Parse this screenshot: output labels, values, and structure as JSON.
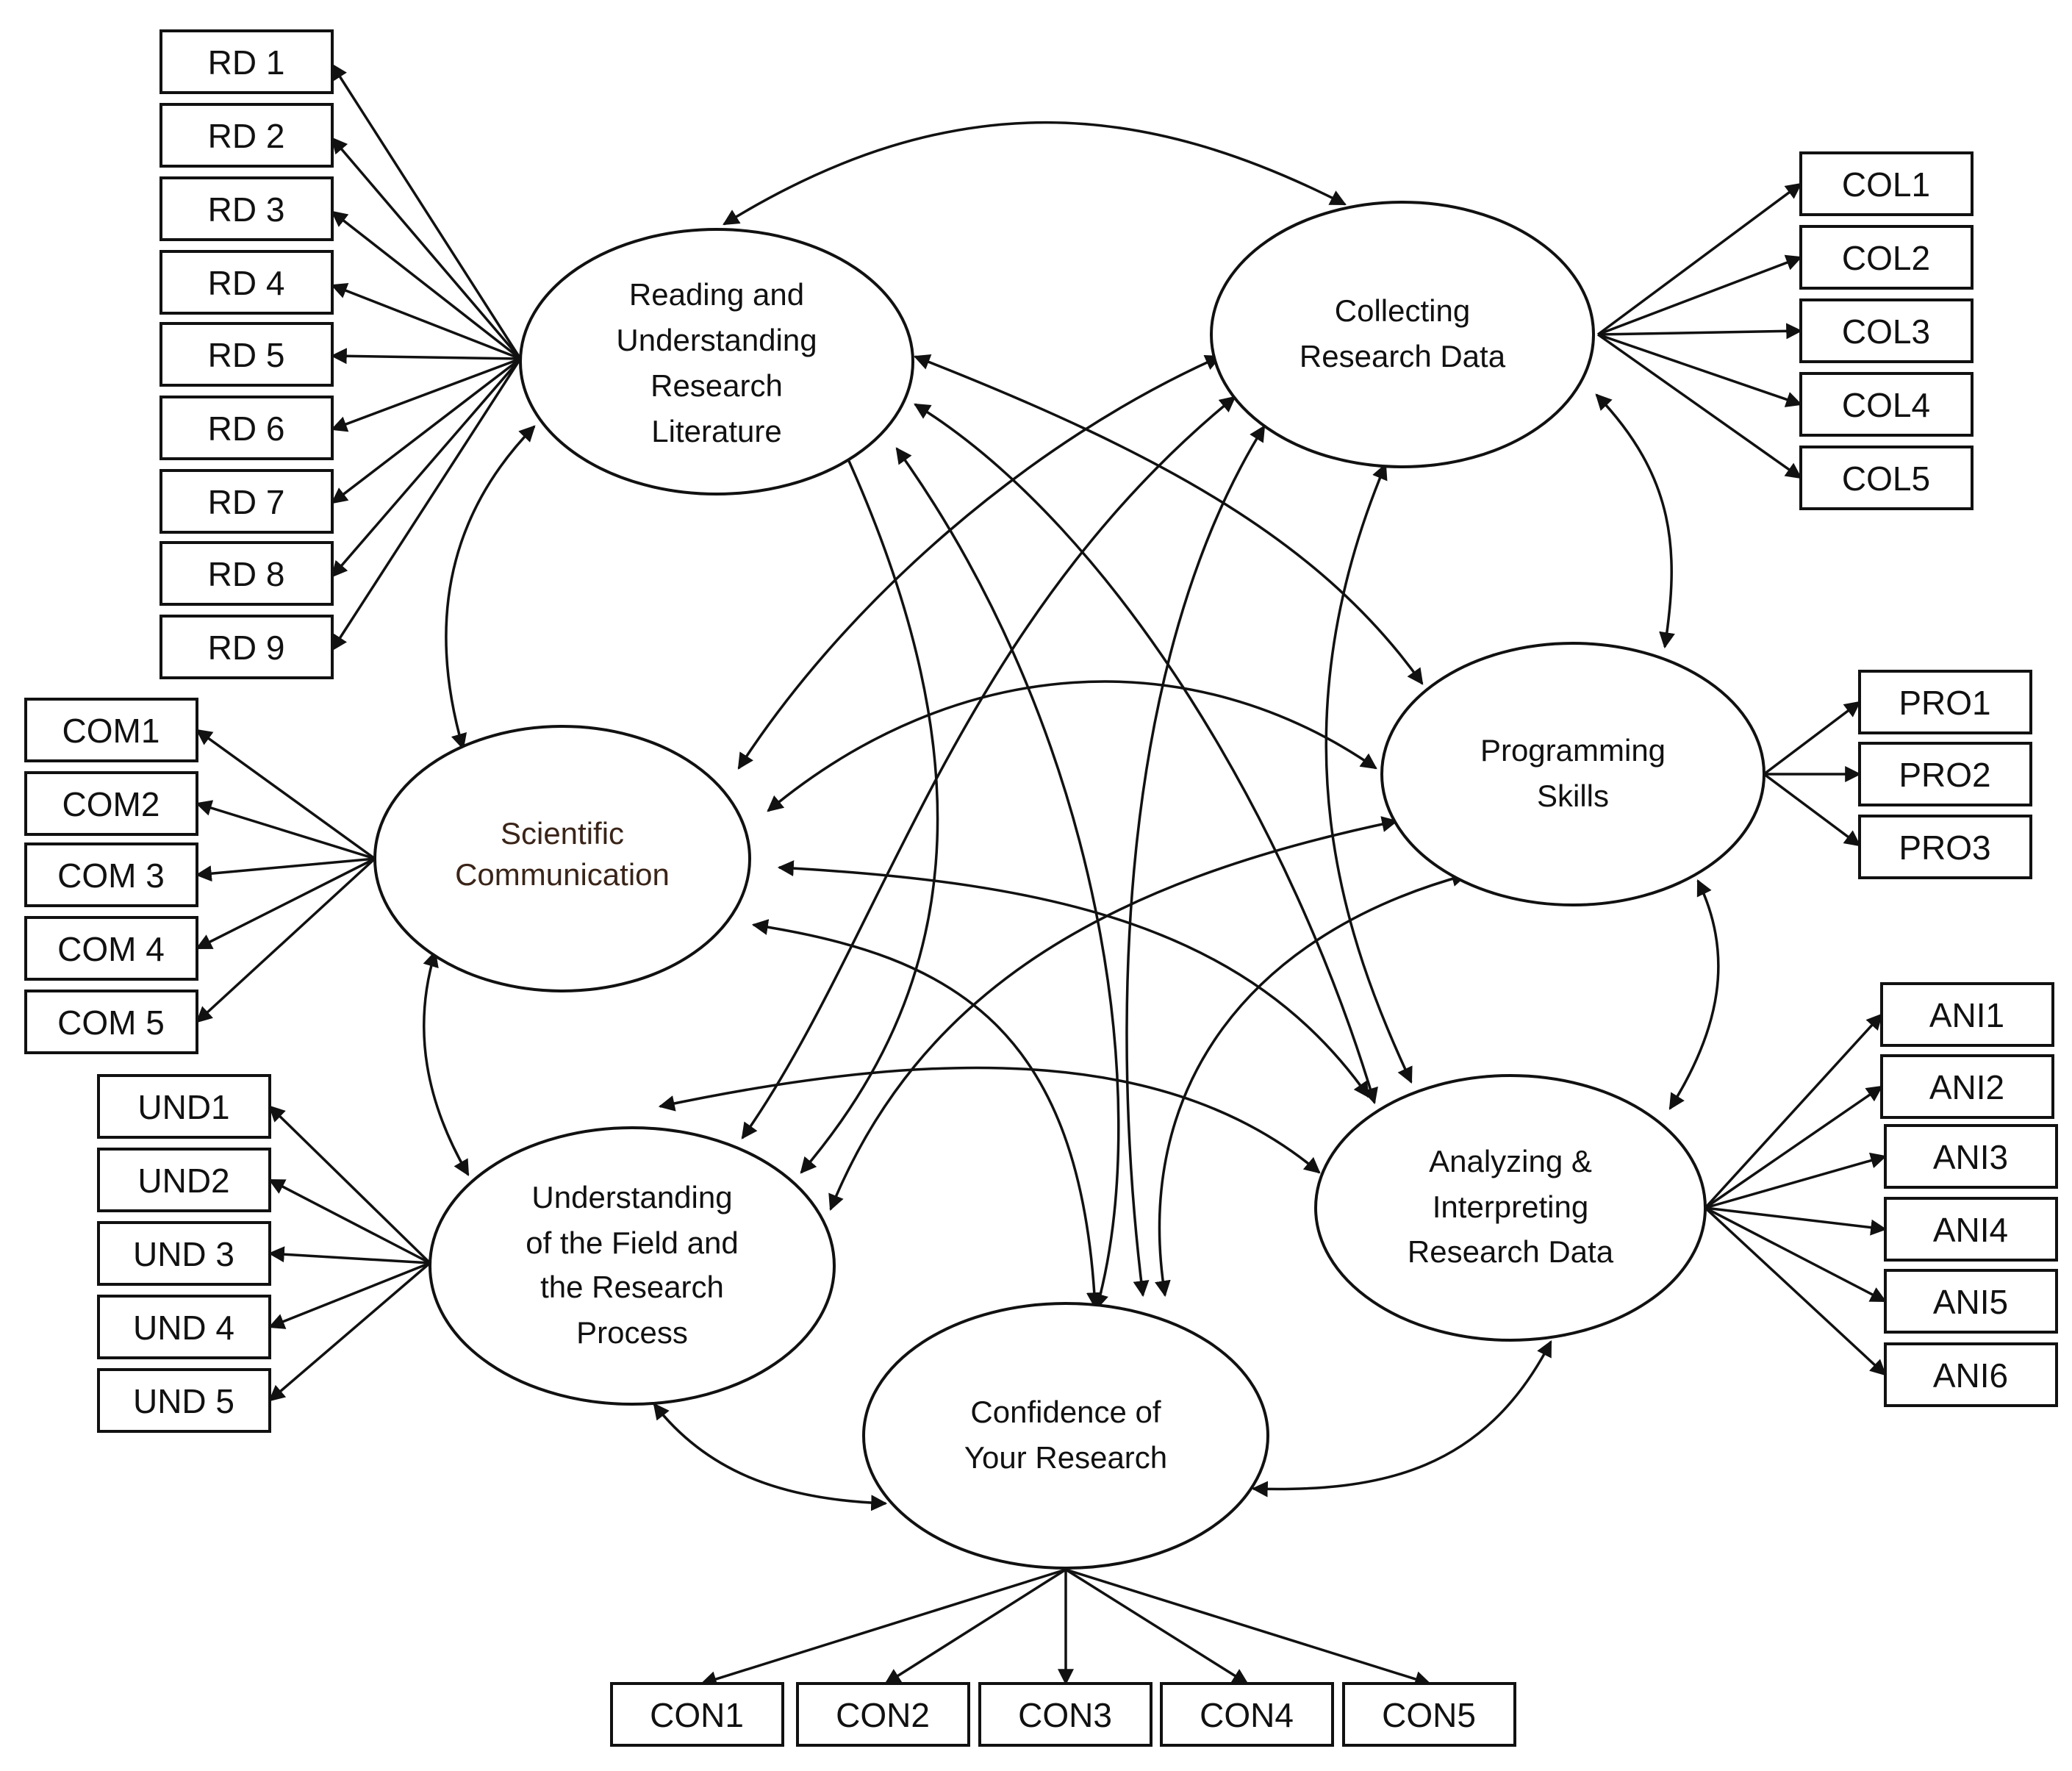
{
  "factors": {
    "reading": {
      "lines": [
        "Reading and",
        "Understanding",
        "Research",
        "Literature"
      ]
    },
    "collecting": {
      "lines": [
        "Collecting",
        "Research Data"
      ]
    },
    "programming": {
      "lines": [
        "Programming",
        "Skills"
      ]
    },
    "scientific": {
      "lines": [
        "Scientific",
        "Communication"
      ]
    },
    "analyzing": {
      "lines": [
        "Analyzing &",
        "Interpreting",
        "Research Data"
      ]
    },
    "understanding": {
      "lines": [
        "Understanding",
        "of the Field and",
        "the Research",
        "Process"
      ]
    },
    "confidence": {
      "lines": [
        "Confidence of",
        "Your Research"
      ]
    }
  },
  "indicators": {
    "rd": [
      "RD 1",
      "RD 2",
      "RD 3",
      "RD 4",
      "RD 5",
      "RD 6",
      "RD 7",
      "RD 8",
      "RD 9"
    ],
    "col": [
      "COL1",
      "COL2",
      "COL3",
      "COL4",
      "COL5"
    ],
    "pro": [
      "PRO1",
      "PRO2",
      "PRO3"
    ],
    "com": [
      "COM1",
      "COM2",
      "COM 3",
      "COM 4",
      "COM 5"
    ],
    "und": [
      "UND1",
      "UND2",
      "UND 3",
      "UND 4",
      "UND 5"
    ],
    "ani": [
      "ANI1",
      "ANI2",
      "ANI3",
      "ANI4",
      "ANI5",
      "ANI6"
    ],
    "con": [
      "CON1",
      "CON2",
      "CON3",
      "CON4",
      "CON5"
    ]
  },
  "colors": {
    "stroke": "#111111",
    "background": "#ffffff",
    "scientific_text": "#3a2418"
  }
}
